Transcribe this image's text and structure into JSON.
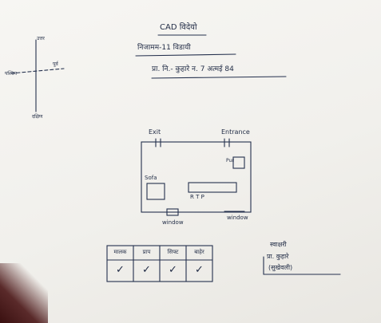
{
  "heading": {
    "title": "CAD विदेयो",
    "line1": "निजामम-11 विडायी",
    "line2": "प्रा. नि.- कुहारे न. 7 अत्मई 84"
  },
  "compass": {
    "north": "उत्तर",
    "south": "दक्षिण",
    "east": "पूर्व",
    "west": "पश्चिम"
  },
  "plan": {
    "exit_label": "Exit",
    "entrance_label": "Entrance",
    "box_top_right": "Pur",
    "box_left": "Sofa",
    "table_label": "R  T  P",
    "window_bottom": "window",
    "window_right": "window"
  },
  "checklist": {
    "headers": [
      "मालक",
      "प्राप",
      "सिफ्ट",
      "बाहेर"
    ],
    "marks": [
      "✓",
      "✓",
      "✓",
      "✓"
    ]
  },
  "signature_block": {
    "line1": "स्वाक्षरी",
    "line2": "प्रा. कुहारे",
    "line3": "(सुखेवली)"
  }
}
